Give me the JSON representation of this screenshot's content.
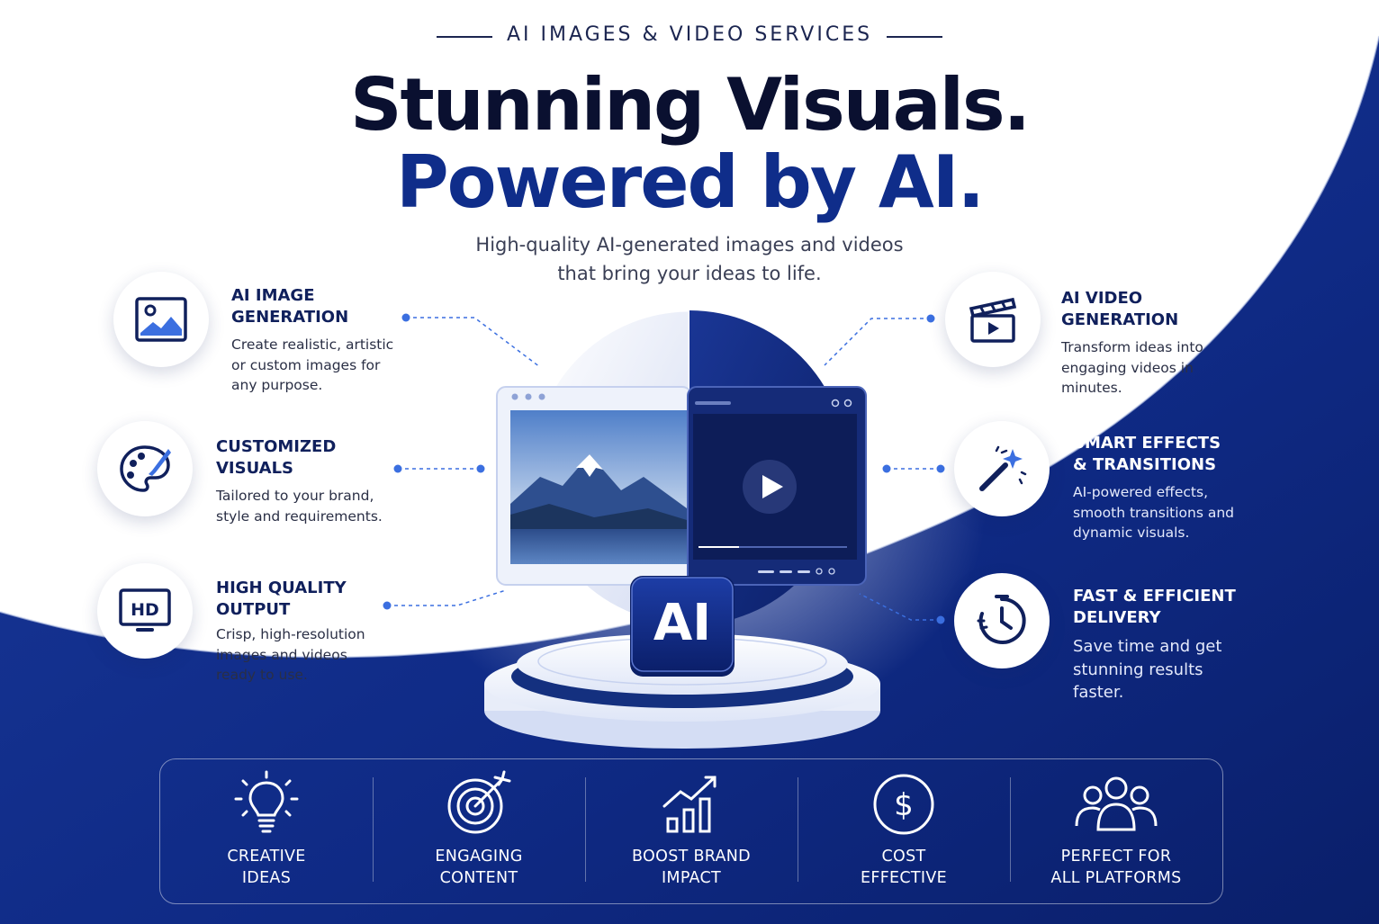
{
  "header": {
    "eyebrow": "AI IMAGES & VIDEO SERVICES",
    "headline_line1": "Stunning Visuals.",
    "headline_line2": "Powered by AI.",
    "subtitle_line1": "High-quality AI-generated images and videos",
    "subtitle_line2": "that bring your ideas to life."
  },
  "features_left": [
    {
      "icon": "image-icon",
      "title_line1": "AI IMAGE",
      "title_line2": "GENERATION",
      "desc": [
        "Create realistic, artistic",
        "or custom images for",
        "any purpose."
      ]
    },
    {
      "icon": "palette-icon",
      "title_line1": "CUSTOMIZED",
      "title_line2": "VISUALS",
      "desc": [
        "Tailored to your brand,",
        "style and requirements."
      ]
    },
    {
      "icon": "hd-monitor-icon",
      "title_line1": "HIGH QUALITY",
      "title_line2": "OUTPUT",
      "desc": [
        "Crisp, high-resolution",
        "images and videos",
        "ready to use."
      ]
    }
  ],
  "features_right": [
    {
      "icon": "clapperboard-icon",
      "title_line1": "AI VIDEO",
      "title_line2": "GENERATION",
      "desc": [
        "Transform ideas into",
        "engaging videos in",
        "minutes."
      ]
    },
    {
      "icon": "magic-wand-icon",
      "title_line1": "SMART EFFECTS",
      "title_line2": "& TRANSITIONS",
      "desc": [
        "AI-powered effects,",
        "smooth transitions and",
        "dynamic visuals."
      ]
    },
    {
      "icon": "clock-icon",
      "title_line1": "FAST & EFFICIENT",
      "title_line2": "DELIVERY",
      "desc": [
        "Save time and get",
        "stunning results",
        "faster."
      ]
    }
  ],
  "center": {
    "badge": "AI"
  },
  "benefits": [
    {
      "icon": "lightbulb-icon",
      "line1": "CREATIVE",
      "line2": "IDEAS"
    },
    {
      "icon": "target-icon",
      "line1": "ENGAGING",
      "line2": "CONTENT"
    },
    {
      "icon": "growth-chart-icon",
      "line1": "BOOST BRAND",
      "line2": "IMPACT"
    },
    {
      "icon": "dollar-coin-icon",
      "line1": "COST",
      "line2": "EFFECTIVE"
    },
    {
      "icon": "people-group-icon",
      "line1": "PERFECT FOR",
      "line2": "ALL PLATFORMS"
    }
  ],
  "colors": {
    "navy": "#0f2d8a",
    "deep_navy": "#0b1f6b",
    "headline_dark": "#0a1030",
    "accent_blue": "#3b6fe0"
  }
}
